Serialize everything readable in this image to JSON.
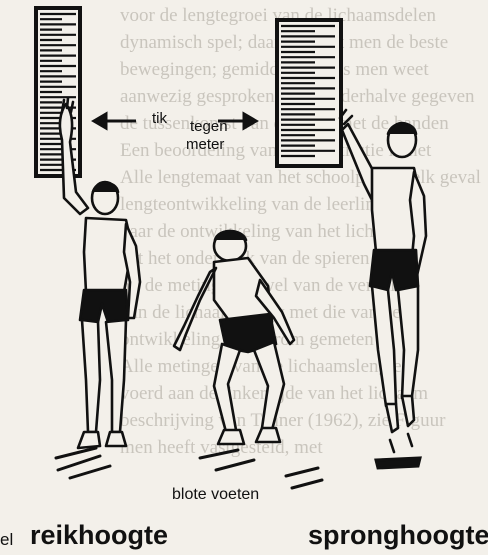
{
  "background_text": [
    "voor de lengtegroei van de lichaamsdelen",
    "dynamisch spel; daar verricht men de beste",
    "bewegingen; gemiddeld, zoals men weet",
    "aanwezig gesproken worden derhalve gegeven",
    "de tussenkomst van de ogen met de handen",
    "Een beoordeling van de constitutie in het",
    "Alle lengtemaat van het schoolplein welk geval",
    "lengteontwikkeling van de leerlingen",
    "naar de ontwikkeling van het lichaam",
    "dat het onderzoek van de spieren wordt",
    "bij de metingen zowel van de verdeling",
    "van de lichaamsbouw met die van het",
    "ontwikkeling en daarom gemeten",
    "Alle metingen van de lichaamslengte",
    "voerd aan de linkerzijde van het lichaam",
    "beschrijving van Tanner (1962), zie Figuur",
    "men heeft vastgesteld, met"
  ],
  "labels": {
    "tick": "tik",
    "meter_line1": "tegen",
    "meter_line2": "meter",
    "bare_feet": "blote voeten",
    "reach_height": "reikhoogte",
    "jump_height": "spronghoogte",
    "left_fragment": "el"
  },
  "colors": {
    "ink": "#111111",
    "paper": "#f3f0ea",
    "faded_text": "#c9c5bd"
  }
}
